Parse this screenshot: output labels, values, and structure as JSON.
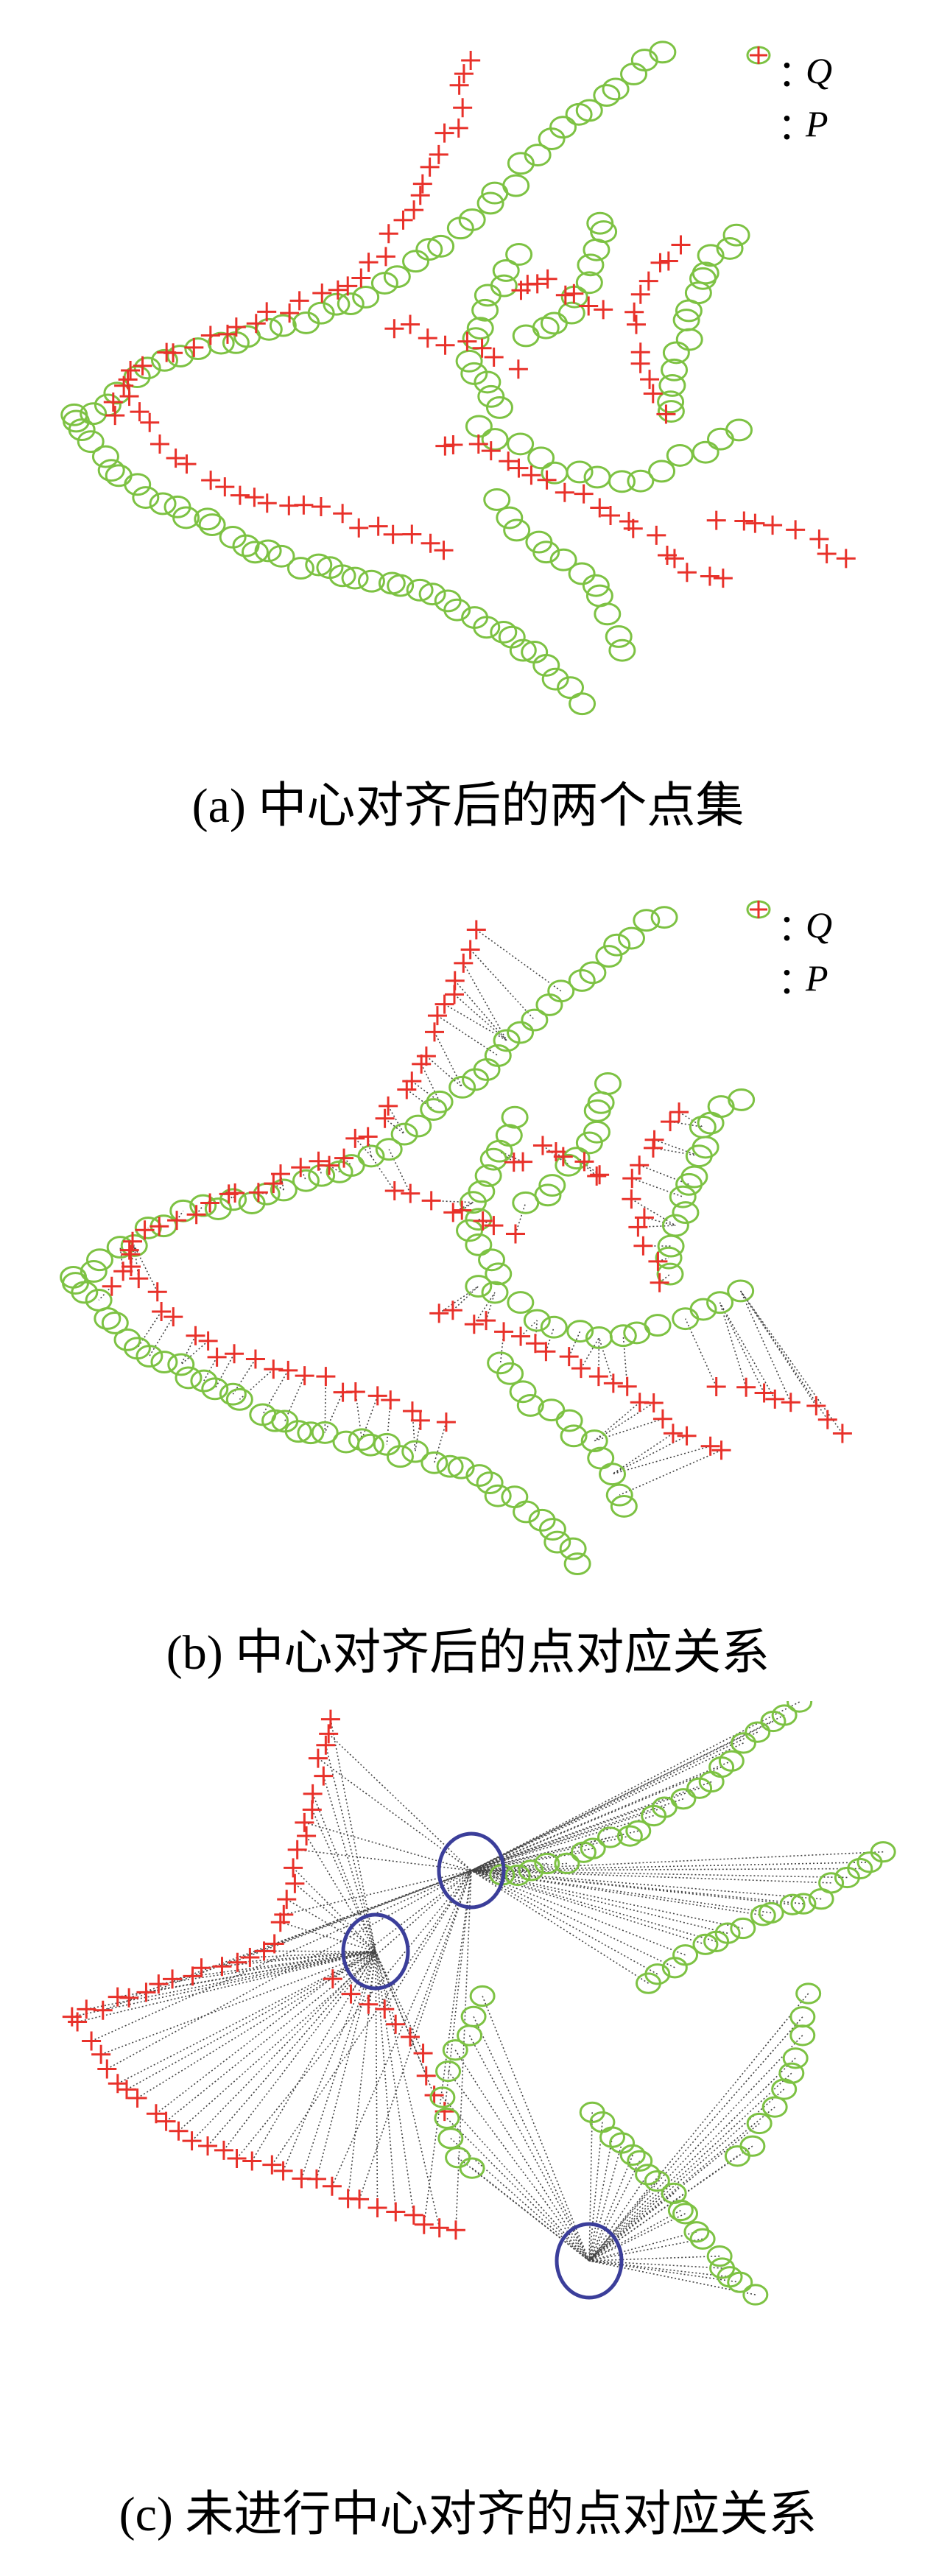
{
  "colors": {
    "Q": "#7dc243",
    "P": "#e8312a",
    "link": "#444444",
    "circle": "#3b3e9a"
  },
  "legend": {
    "colon": "：",
    "q_name": "Q",
    "p_name": "P"
  },
  "panels": [
    {
      "caption": "(a)  中心对齐后的两个点集"
    },
    {
      "caption": "(b)  中心对齐后的点对应关系"
    },
    {
      "caption": "(c)  未进行中心对齐的点对应关系"
    }
  ]
}
